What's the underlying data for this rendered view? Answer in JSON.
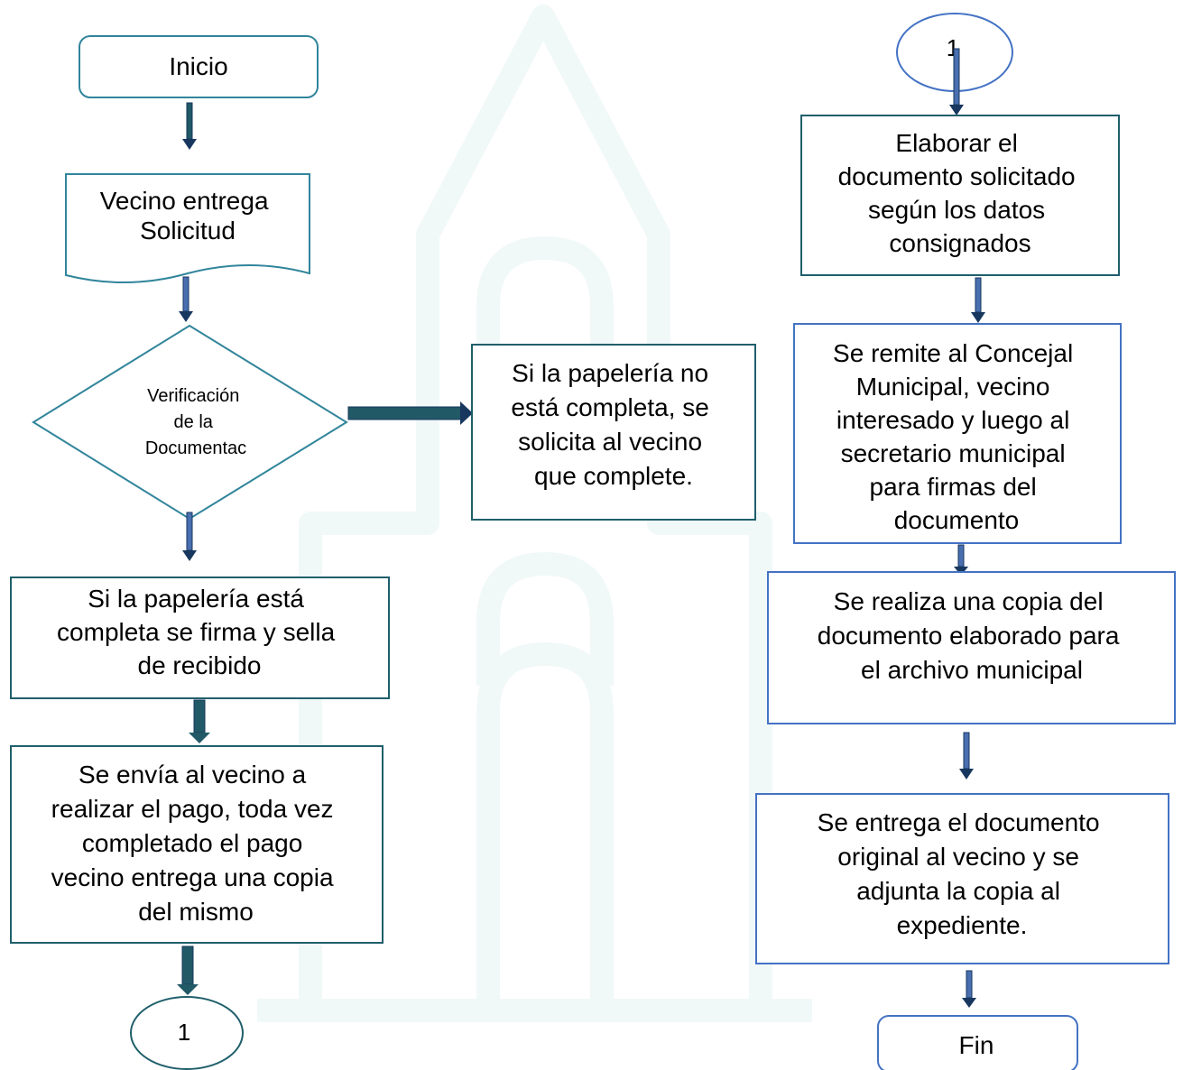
{
  "nodes": {
    "start": {
      "lines": [
        "Inicio"
      ]
    },
    "solicitud": {
      "lines": [
        "Vecino entrega",
        "Solicitud"
      ]
    },
    "verificacion": {
      "lines": [
        "Verificación",
        "de la",
        "Documentac"
      ]
    },
    "incompleta": {
      "lines": [
        "Si la papelería no",
        "está completa, se",
        "solicita al vecino",
        "que complete."
      ]
    },
    "completa": {
      "lines": [
        "Si la papelería está",
        "completa se firma y sella",
        "de recibido"
      ]
    },
    "pago": {
      "lines": [
        "Se envía al vecino a",
        "realizar el pago, toda vez",
        "completado el pago",
        "vecino entrega una copia",
        "del mismo"
      ]
    },
    "connector_out": {
      "lines": [
        "1"
      ]
    },
    "connector_in": {
      "lines": [
        "1"
      ]
    },
    "elaborar": {
      "lines": [
        "Elaborar el",
        "documento solicitado",
        "según los datos",
        "consignados"
      ]
    },
    "remite": {
      "lines": [
        "Se remite al Concejal",
        "Municipal, vecino",
        "interesado y luego al",
        "secretario municipal",
        "para firmas del",
        "documento"
      ]
    },
    "copia": {
      "lines": [
        "Se realiza una copia del",
        "documento elaborado para",
        "el archivo municipal"
      ]
    },
    "entrega": {
      "lines": [
        "Se entrega el documento",
        "original al vecino y se",
        "adjunta la copia al",
        "expediente."
      ]
    },
    "end": {
      "lines": [
        "Fin"
      ]
    }
  },
  "colors": {
    "rounded_border": "#31859b",
    "box_border_blue": "#4472c4",
    "box_border_teal": "#1f5f6b",
    "arrow_dark": "#17375e",
    "arrow_teal": "#215967",
    "watermark": "#f1f8f8"
  }
}
